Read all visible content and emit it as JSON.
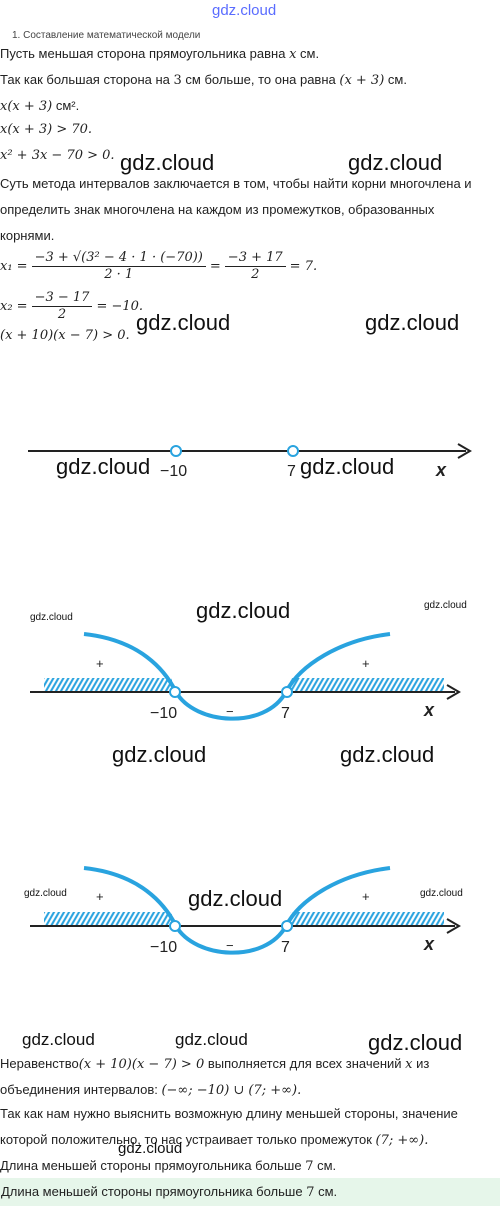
{
  "watermark": "gdz.cloud",
  "header": "1. Составление математической модели",
  "lines": {
    "l1_a": "Пусть меньшая сторона прямоугольника равна ",
    "l1_var": "x",
    "l1_b": " см.",
    "l2_a": "Так как большая сторона на ",
    "l2_num": "3",
    "l2_b": " см больше, то она равна ",
    "l2_expr": "(x + 3)",
    "l2_c": " см.",
    "l3_expr": "x(x + 3)",
    "l3_unit": " см².",
    "l4_expr": "x(x + 3) > 70.",
    "l5_expr": "x² + 3x − 70 > 0.",
    "l6": "Суть метода интервалов заключается в том, чтобы найти корни многочлена и",
    "l7": "определить знак многочлена на каждом из промежутков, образованных",
    "l8": "корнями.",
    "x1_lhs": "x₁ =",
    "x1_num": "−3 + √(3² − 4 · 1 · (−70))",
    "x1_den": "2 · 1",
    "x1_eq": "=",
    "x1_num2": "−3 + 17",
    "x1_den2": "2",
    "x1_res": "= 7.",
    "x2_lhs": "x₂ =",
    "x2_num": "−3 − 17",
    "x2_den": "2",
    "x2_res": "= −10.",
    "ineq": "(x + 10)(x − 7) > 0.",
    "r1_a": "Неравенство",
    "r1_expr": "(x + 10)(x − 7) > 0",
    "r1_b": " выполняется для всех значений ",
    "r1_var": "x",
    "r1_c": " из",
    "r2_a": "объединения интервалов: ",
    "r2_expr": "(−∞; −10) ∪ (7; +∞).",
    "r3": "Так как нам нужно выяснить возможную длину меньшей стороны, значение",
    "r4_a": "которой положительно, то нас устраивает только промежуток ",
    "r4_expr": "(7; +∞).",
    "r5_a": "Длина меньшей стороны прямоугольника больше ",
    "r5_num": "7",
    "r5_b": " см.",
    "answer_a": "Длина меньшей стороны прямоугольника больше ",
    "answer_num": "7",
    "answer_b": " см."
  },
  "axis": {
    "left_label": "−10",
    "right_label": "7",
    "var_label": "x",
    "plus": "+",
    "minus": "−",
    "color_curve": "#29a3df",
    "color_axis": "#222222"
  }
}
